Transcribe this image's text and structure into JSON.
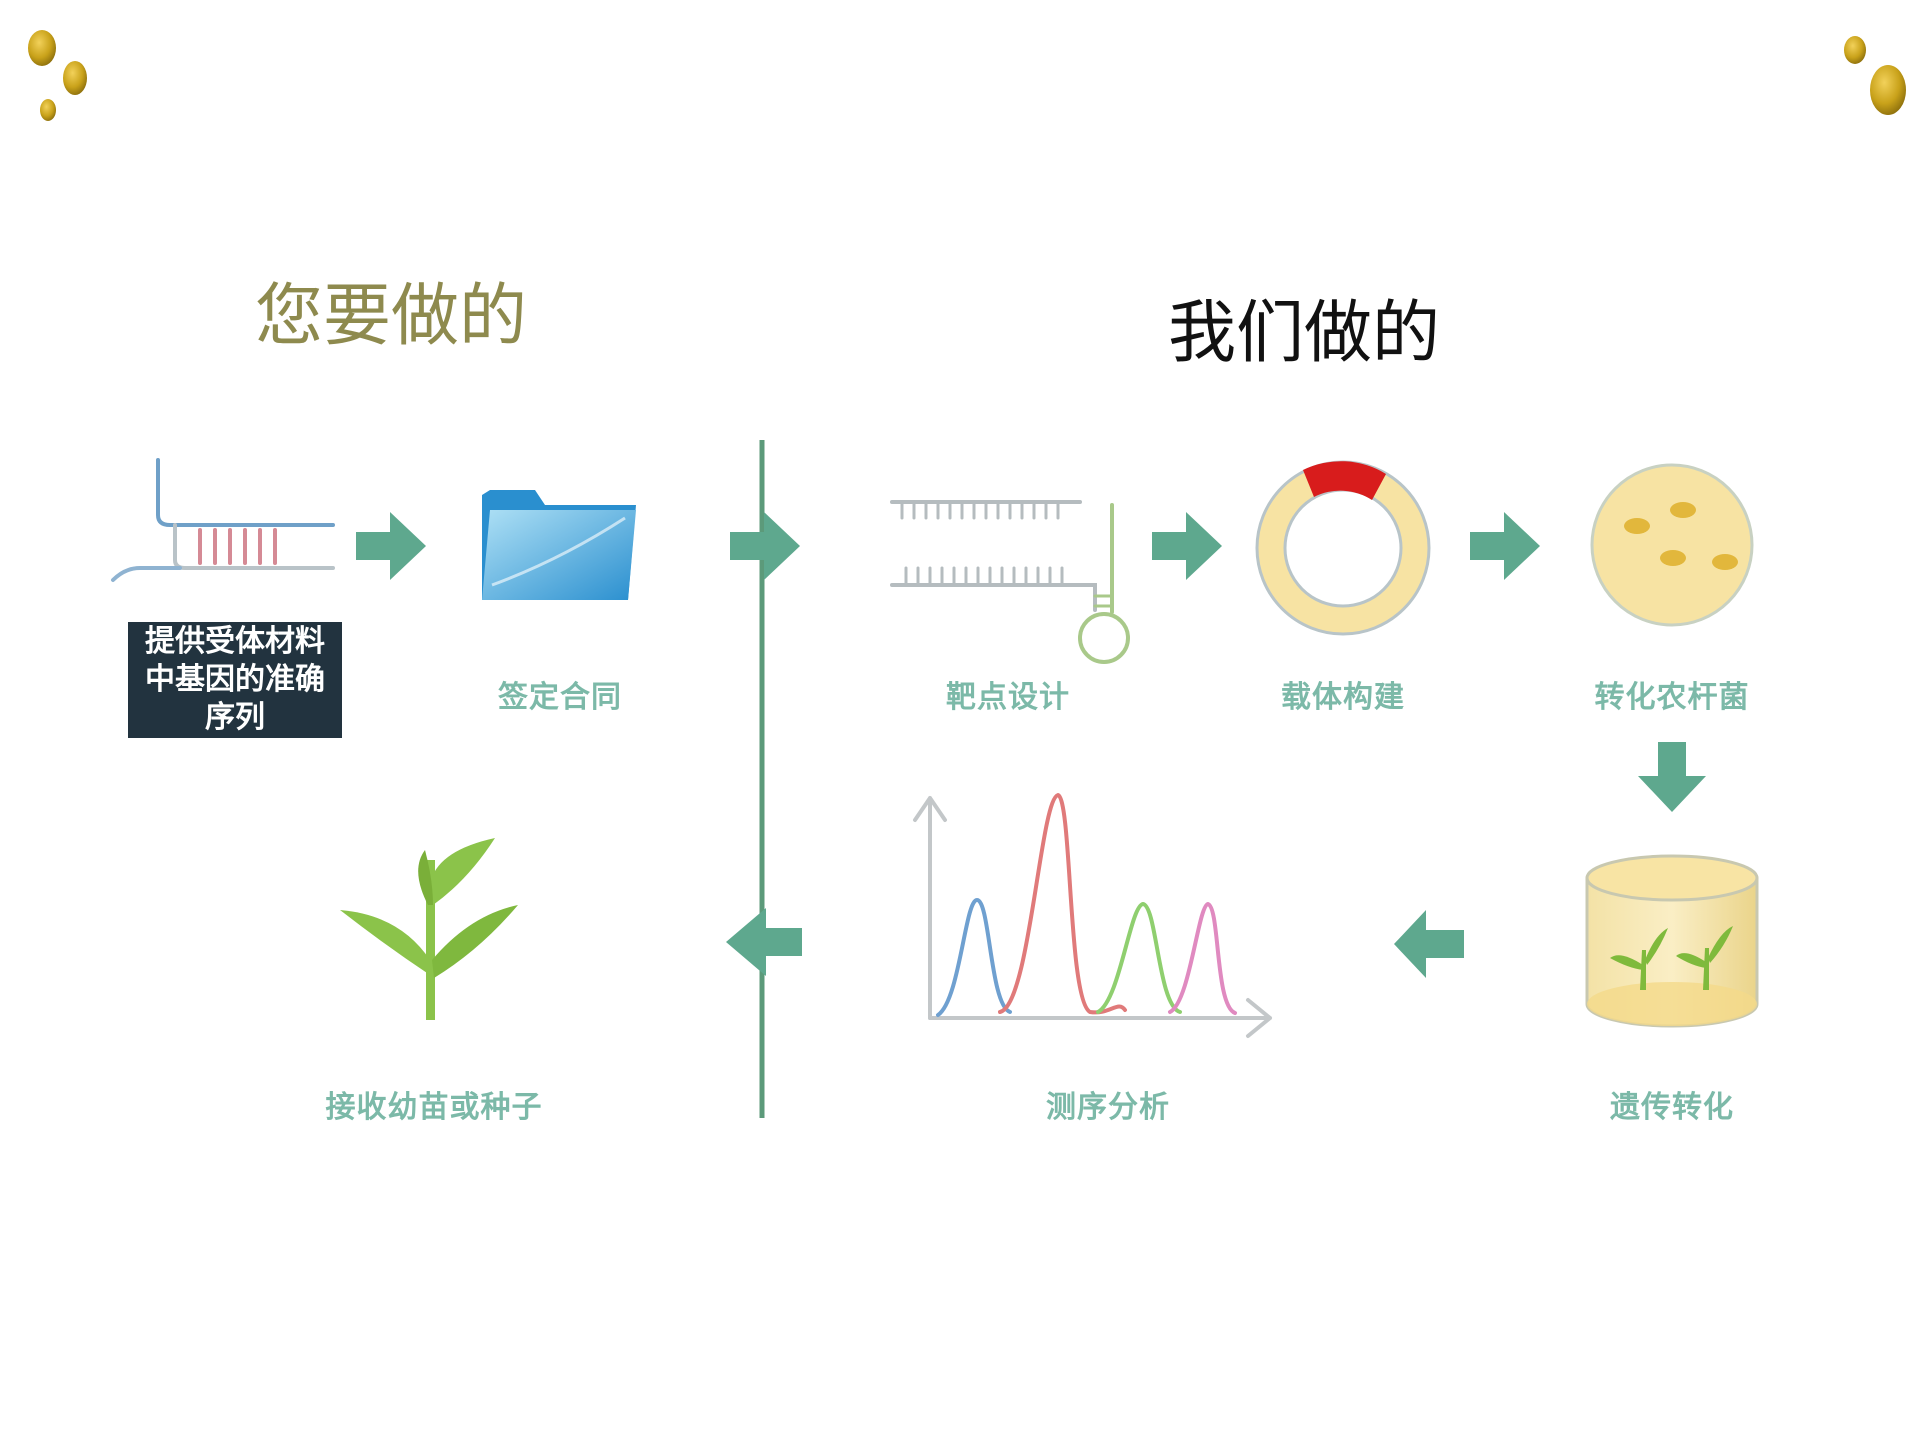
{
  "headings": {
    "you_do": "您要做的",
    "we_do": "我们做的"
  },
  "customer_steps": {
    "provide_material": "提供受体材料中基因的准确序列",
    "sign_contract": "签定合同",
    "receive": "接收幼苗或种子"
  },
  "service_steps": {
    "target_design": "靶点设计",
    "vector_build": "载体构建",
    "agro_transform": "转化农杆菌",
    "genetic_transform": "遗传转化",
    "sequencing": "测序分析"
  },
  "colors": {
    "arrow": "#5ea88e",
    "label": "#7cb9a8",
    "divider": "#5c9a7a",
    "heading_left": "#8e8a4e",
    "heading_right": "#111111",
    "plasmid_red": "#d81c1c",
    "dish_yellow": "#f7e3a3",
    "plant_green": "#8bc34a",
    "gold_dot": "#c9a21a"
  },
  "icons": [
    "dna-probe-icon",
    "folder-icon",
    "sgrna-icon",
    "plasmid-icon",
    "petri-dish-icon",
    "culture-jar-icon",
    "chromatogram-icon",
    "seedling-icon",
    "gold-dots-decoration"
  ]
}
